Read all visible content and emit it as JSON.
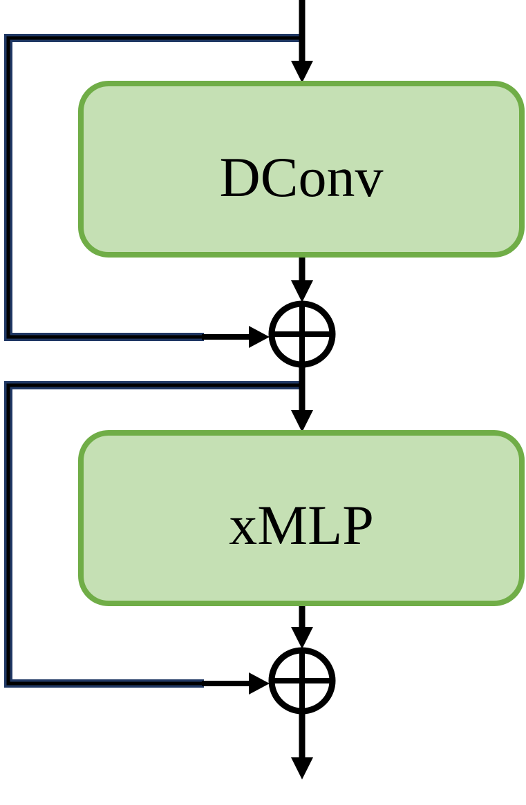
{
  "blocks": [
    {
      "id": "dconv",
      "label": "DConv"
    },
    {
      "id": "xmlp",
      "label": "xMLP"
    }
  ],
  "colors": {
    "block_fill": "#c5e0b4",
    "block_border": "#70ad47",
    "flow_line": "#000000",
    "skip_line_outer": "#203864",
    "skip_line_inner": "#000000",
    "adder_symbol": "#000000",
    "background": "#ffffff"
  },
  "operators": [
    {
      "id": "add-1",
      "symbol": "circled-plus"
    },
    {
      "id": "add-2",
      "symbol": "circled-plus"
    }
  ]
}
